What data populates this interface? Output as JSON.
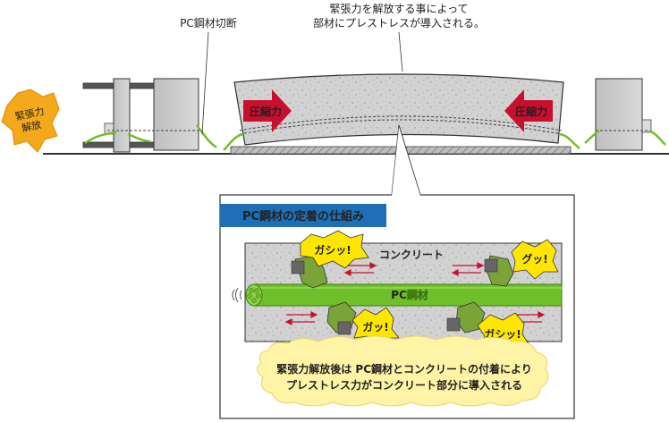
{
  "labels": {
    "cut_label": "PC鋼材切断",
    "release_caption_line1": "緊張力を解放する事によって",
    "release_caption_line2": "部材にプレストレスが導入される。",
    "burst_line1": "緊張力",
    "burst_line2": "解放",
    "compression_left": "圧縮力",
    "compression_right": "圧縮力"
  },
  "detail": {
    "title": "PC鋼材の定着の仕組み",
    "concrete_label": "コンクリート",
    "strand_label": "PC鋼材",
    "bubbles": [
      "ガシッ!",
      "グッ!",
      "ガッ!",
      "ガシッ!"
    ],
    "summary_line1": "緊張力解放後は PC鋼材とコンクリートの付着により",
    "summary_line2": "プレストレス力がコンクリート部分に導入される"
  },
  "colors": {
    "title_bar": "#1e6fb5",
    "strand_green": "#6fbf2a",
    "arrow_red": "#c8102e",
    "burst_yellow": "#f4a81c",
    "bubble_yellow": "#ffe600",
    "summary_yellow": "#fff3a6",
    "concrete_gray": "#cfcfcf"
  }
}
